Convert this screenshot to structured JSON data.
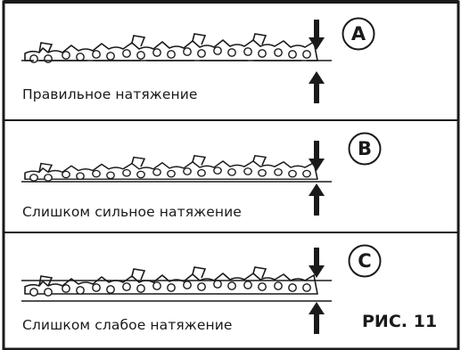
{
  "panels": [
    {
      "key": "A",
      "caption": "Правильное натяжение"
    },
    {
      "key": "B",
      "caption": "Слишком сильное натяжение"
    },
    {
      "key": "C",
      "caption": "Слишком слабое натяжение"
    }
  ],
  "figure_label": "РИС. 11",
  "colors": {
    "ink": "#1a1a1a",
    "paper": "#ffffff"
  }
}
